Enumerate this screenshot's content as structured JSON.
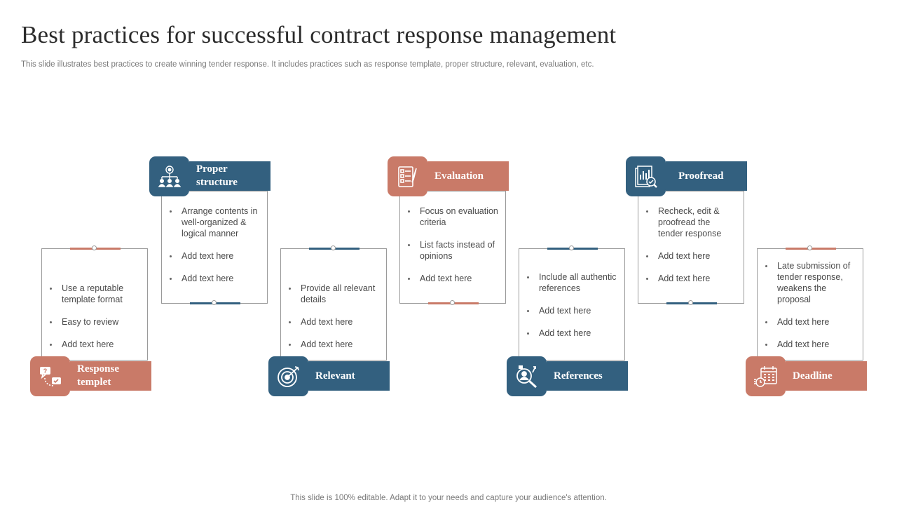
{
  "header": {
    "title": "Best practices for successful contract response management",
    "subtitle": "This slide illustrates best practices to create winning tender response. It includes practices such as response template, proper structure, relevant, evaluation, etc."
  },
  "footer": "This slide is 100% editable. Adapt it to your needs and capture your audience's attention.",
  "colors": {
    "blue": "#33607f",
    "rust": "#c97a68"
  },
  "steps": [
    {
      "label": "Response templet",
      "icon": "speech-bubbles-icon",
      "bullets": [
        "Use a reputable template format",
        "Easy to review",
        "Add text here"
      ]
    },
    {
      "label": "Proper structure",
      "icon": "org-structure-icon",
      "bullets": [
        "Arrange contents in well-organized & logical manner",
        "Add text here",
        "Add text here"
      ]
    },
    {
      "label": "Relevant",
      "icon": "target-icon",
      "bullets": [
        "Provide all relevant details",
        "Add text here",
        "Add text here"
      ]
    },
    {
      "label": "Evaluation",
      "icon": "checklist-icon",
      "bullets": [
        "Focus on evaluation criteria",
        "List facts instead of opinions",
        "Add text here"
      ]
    },
    {
      "label": "References",
      "icon": "user-search-icon",
      "bullets": [
        "Include all authentic references",
        "Add text here",
        "Add text here"
      ]
    },
    {
      "label": "Proofread",
      "icon": "report-check-icon",
      "bullets": [
        "Recheck, edit & proofread the tender response",
        "Add text here",
        "Add text here"
      ]
    },
    {
      "label": "Deadline",
      "icon": "calendar-clock-icon",
      "bullets": [
        "Late submission of tender response, weakens the proposal",
        "Add text here",
        "Add text here"
      ]
    }
  ]
}
